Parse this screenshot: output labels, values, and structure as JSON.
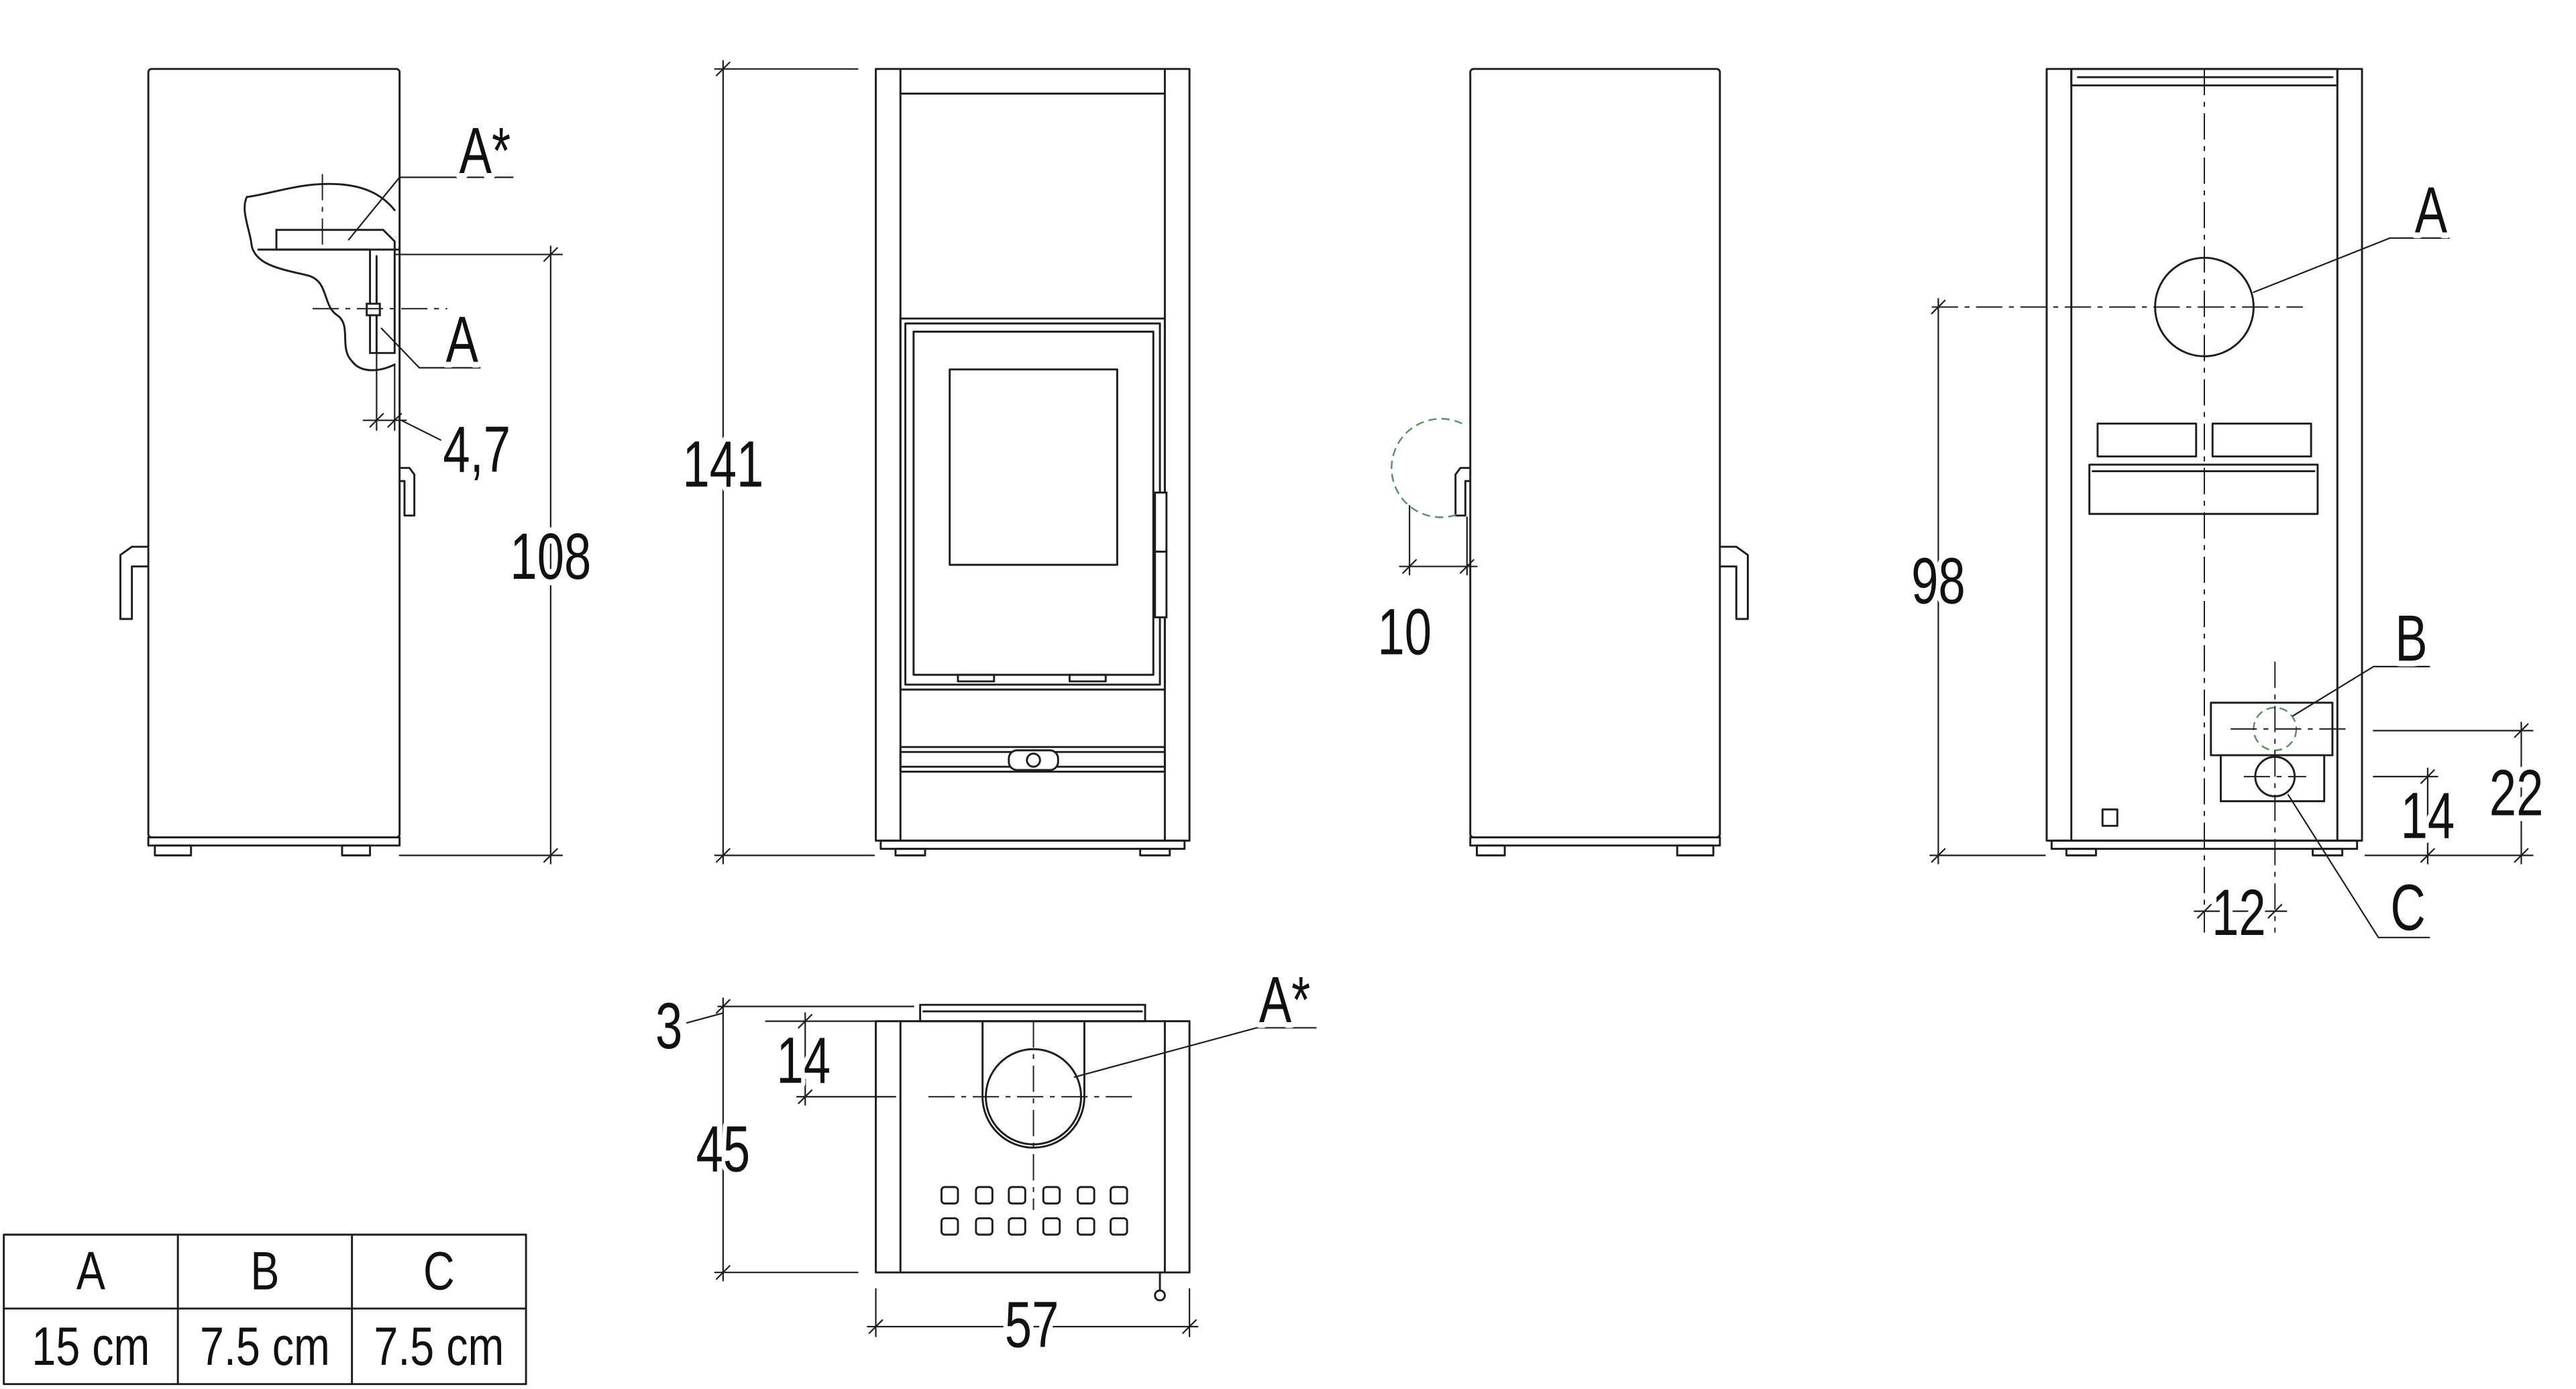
{
  "views": {
    "left_side": {
      "label_flue_top": "A*",
      "label_flue_rear": "A",
      "dim_wall_offset": "4,7",
      "dim_flue_height": "108"
    },
    "front": {
      "dim_height": "141"
    },
    "right_side": {
      "dim_handle_clearance": "10"
    },
    "rear": {
      "label_flue": "A",
      "label_inlet_b": "B",
      "label_outlet_c": "C",
      "dim_flue_height": "98",
      "dim_b_height": "22",
      "dim_c_height": "14",
      "dim_c_offset": "12"
    },
    "top": {
      "label_flue_top": "A*",
      "dim_flange": "3",
      "dim_flue_offset": "14",
      "dim_depth": "45",
      "dim_width": "57"
    }
  },
  "legend_table": {
    "headers": [
      "A",
      "B",
      "C"
    ],
    "values": [
      "15 cm",
      "7.5 cm",
      "7.5 cm"
    ]
  },
  "colors": {
    "line": "#1e1e1e",
    "hidden_connection": "#5b8f63",
    "background": "#ffffff"
  }
}
